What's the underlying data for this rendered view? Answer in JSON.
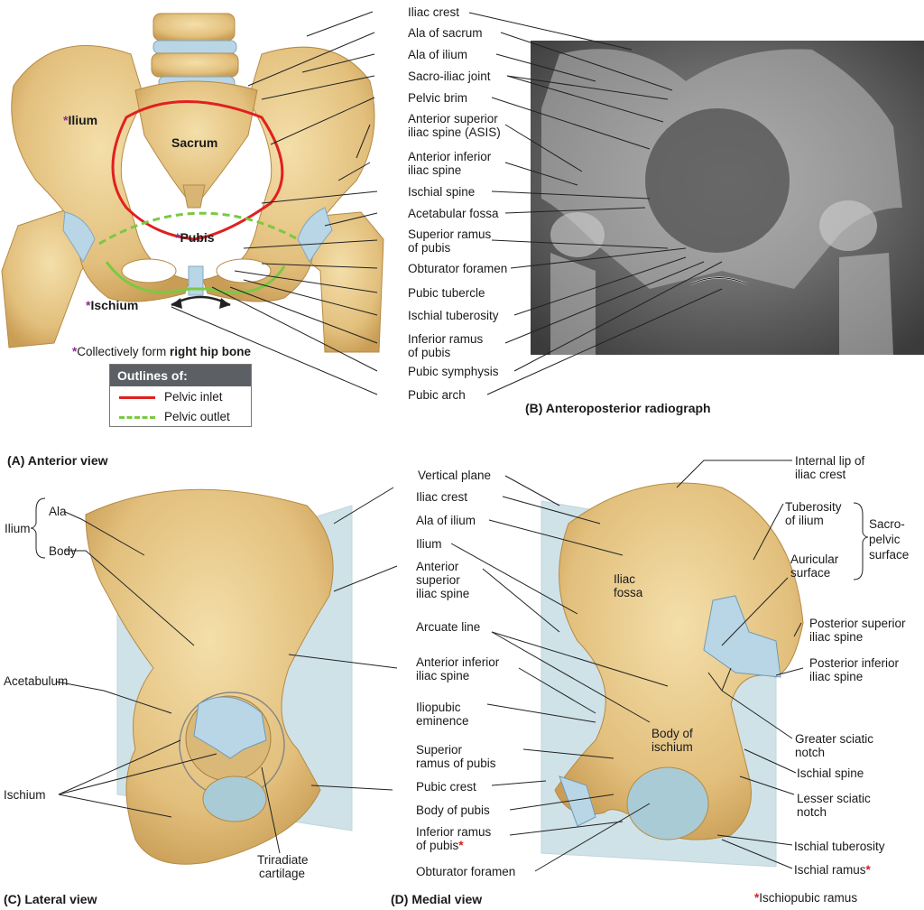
{
  "panelA": {
    "caption": "(A) Anterior view",
    "bone_labels": {
      "ilium": "Ilium",
      "sacrum": "Sacrum",
      "pubis": "Pubis",
      "ischium": "Ischium",
      "star": "*"
    },
    "note_prefix": "Collectively form ",
    "note_bold": "right hip bone",
    "legend": {
      "title": "Outlines of:",
      "inlet": "Pelvic inlet",
      "outlet": "Pelvic outlet",
      "inlet_color": "#e02020",
      "outlet_color": "#7ac943"
    }
  },
  "panelB": {
    "caption": "(B) Anteroposterior radiograph",
    "labels": [
      "Iliac crest",
      "Ala of sacrum",
      "Ala of ilium",
      "Sacro-iliac joint",
      "Pelvic brim",
      "Anterior superior",
      "iliac spine (ASIS)",
      "Anterior inferior",
      "iliac spine",
      "Ischial spine",
      "Acetabular fossa",
      "Superior ramus",
      "of pubis",
      "Obturator foramen",
      "Pubic tubercle",
      "Ischial tuberosity",
      "Inferior ramus",
      "of pubis",
      "Pubic symphysis",
      "Pubic arch"
    ]
  },
  "panelC": {
    "caption": "(C) Lateral view",
    "labels": {
      "ilium": "Ilium",
      "ala": "Ala",
      "body": "Body",
      "acetabulum": "Acetabulum",
      "ischium": "Ischium",
      "triradiate1": "Triradiate",
      "triradiate2": "cartilage"
    }
  },
  "middle_labels": [
    "Vertical plane",
    "Iliac crest",
    "Ala of ilium",
    "Ilium",
    "Anterior",
    "superior",
    "iliac spine",
    "Arcuate line",
    "Anterior inferior",
    "iliac spine",
    "Iliopubic",
    "eminence",
    "Superior",
    "ramus of pubis",
    "Pubic crest",
    "Body of pubis",
    "Inferior ramus",
    "of pubis",
    "Obturator foramen"
  ],
  "panelD": {
    "caption": "(D) Medial view",
    "labels": {
      "internal_lip1": "Internal lip of",
      "internal_lip2": "iliac crest",
      "tuberosity1": "Tuberosity",
      "tuberosity2": "of ilium",
      "sacro1": "Sacro-",
      "sacro2": "pelvic",
      "sacro3": "surface",
      "auricular1": "Auricular",
      "auricular2": "surface",
      "psis1": "Posterior superior",
      "psis2": "iliac spine",
      "piis1": "Posterior inferior",
      "piis2": "iliac spine",
      "iliac_fossa1": "Iliac",
      "iliac_fossa2": "fossa",
      "body_isch1": "Body of",
      "body_isch2": "ischium",
      "gsn1": "Greater sciatic",
      "gsn2": "notch",
      "isp": "Ischial spine",
      "lsn1": "Lesser sciatic",
      "lsn2": "notch",
      "tub": "Ischial tuberosity",
      "ramus": "Ischial ramus",
      "footnote": "Ischiopubic ramus"
    }
  },
  "colors": {
    "bone": "#e8c98a",
    "bone_dark": "#c9a25c",
    "cartilage": "#b9d6e6",
    "plane": "#a9cbd6",
    "xray_bg": "#3a3a3a"
  }
}
